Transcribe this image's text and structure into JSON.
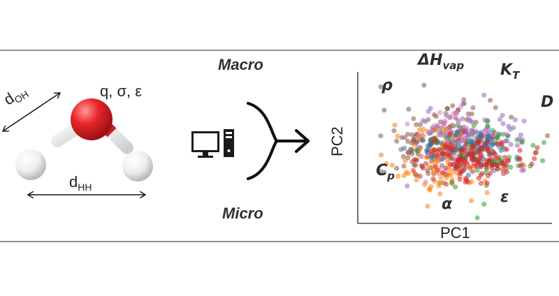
{
  "molecule": {
    "bond_oh_label": "d",
    "bond_oh_sub": "OH",
    "bond_hh_label": "d",
    "bond_hh_sub": "HH",
    "params_label": "q, σ, ε",
    "oxygen_color": "#e8262b",
    "hydrogen_color": "#f2f2f2"
  },
  "center": {
    "macro_label": "Macro",
    "micro_label": "Micro",
    "icon": "computer-icon"
  },
  "plot": {
    "xlabel": "PC1",
    "ylabel": "PC2",
    "properties": {
      "rho": "ρ",
      "dhvap_main": "ΔH",
      "dhvap_sub": "vap",
      "kt_main": "K",
      "kt_sub": "T",
      "d": "D",
      "cp_main": "C",
      "cp_sub": "p",
      "alpha": "α",
      "epsilon": "ε"
    }
  },
  "chart_data": {
    "type": "scatter",
    "xlabel": "PC1",
    "ylabel": "PC2",
    "grid": false,
    "annotations": [
      "ρ",
      "ΔHvap",
      "KT",
      "D",
      "Cp",
      "α",
      "ε"
    ],
    "series": [
      {
        "color": "#8b5a4a",
        "cx": 0.36,
        "cy": 0.56,
        "sx": 0.17,
        "sy": 0.14,
        "n": 170
      },
      {
        "color": "#9467bd",
        "cx": 0.58,
        "cy": 0.6,
        "sx": 0.15,
        "sy": 0.1,
        "n": 110
      },
      {
        "color": "#ff7f0e",
        "cx": 0.38,
        "cy": 0.42,
        "sx": 0.15,
        "sy": 0.12,
        "n": 100
      },
      {
        "color": "#2ca02c",
        "cx": 0.62,
        "cy": 0.5,
        "sx": 0.17,
        "sy": 0.12,
        "n": 90
      },
      {
        "color": "#1f77b4",
        "cx": 0.5,
        "cy": 0.52,
        "sx": 0.14,
        "sy": 0.08,
        "n": 60
      },
      {
        "color": "#e377c2",
        "cx": 0.45,
        "cy": 0.62,
        "sx": 0.13,
        "sy": 0.13,
        "n": 50
      },
      {
        "color": "#d62728",
        "cx": 0.55,
        "cy": 0.45,
        "sx": 0.14,
        "sy": 0.08,
        "n": 150
      }
    ]
  }
}
